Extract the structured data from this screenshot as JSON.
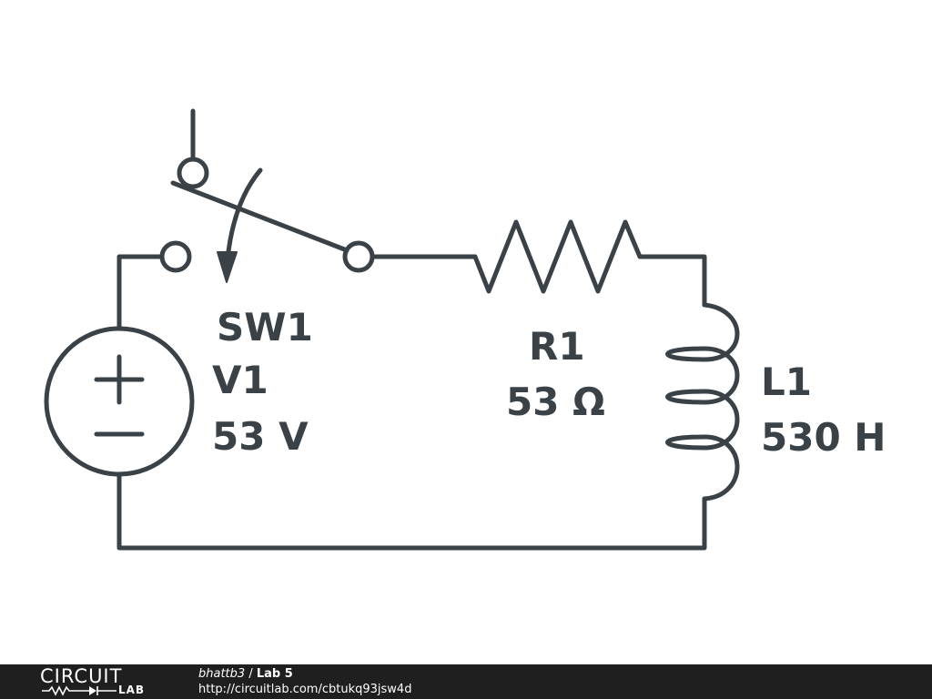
{
  "schematic": {
    "components": {
      "switch": {
        "name": "SW1"
      },
      "source": {
        "name": "V1",
        "value": "53 V"
      },
      "resistor": {
        "name": "R1",
        "value": "53 Ω"
      },
      "inductor": {
        "name": "L1",
        "value": "530 H"
      }
    },
    "colors": {
      "stroke": "#3a4147",
      "background": "#ffffff"
    }
  },
  "footer": {
    "logo": {
      "word": "CIRCUIT",
      "sub": "LAB"
    },
    "user": "bhattb3",
    "separator": " / ",
    "title": "Lab 5",
    "url": "http://circuitlab.com/cbtukq93jsw4d",
    "background": "#1f1f1f"
  }
}
